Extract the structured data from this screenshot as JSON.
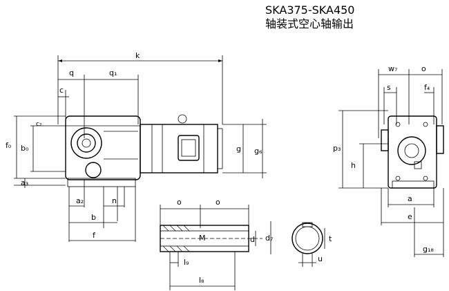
{
  "title": {
    "line1": "SKA375-SKA450",
    "line2": "轴装式空心轴输出"
  },
  "labels": {
    "k": "k",
    "q": "q",
    "q1": "q₁",
    "c": "c",
    "f0": "f₀",
    "b0": "b₀",
    "a3": "a₃",
    "a2": "a₂",
    "b": "b",
    "n": "n",
    "f": "f",
    "g": "g",
    "g6": "g₆",
    "w7": "w₇",
    "o_right": "o",
    "s": "s",
    "f4": "f₄",
    "p3": "p₃",
    "h": "h",
    "a": "a",
    "e": "e",
    "g18": "g₁₈",
    "o_shaft_left": "o",
    "o_shaft_right": "o",
    "M": "M",
    "d": "d",
    "d7": "d₇",
    "l9": "l₉",
    "l8": "l₈",
    "t": "t",
    "u": "u",
    "small": "c₂"
  }
}
